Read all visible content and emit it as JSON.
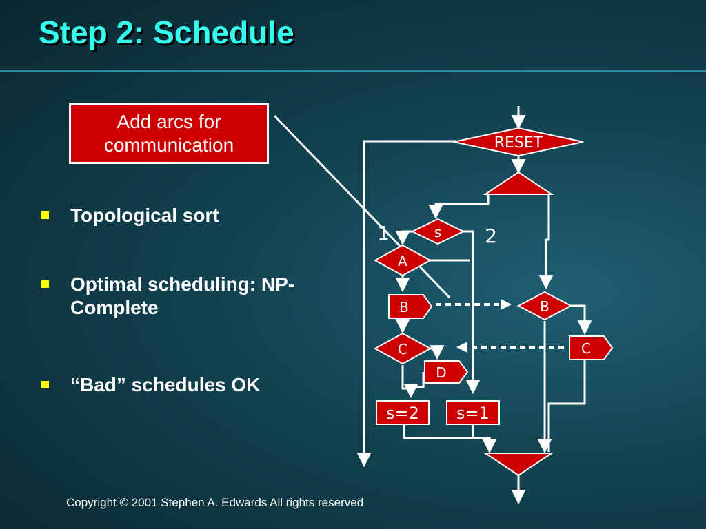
{
  "slide": {
    "title": "Step 2: Schedule",
    "callout": "Add arcs for communication",
    "bullets": [
      "Topological sort",
      "Optimal scheduling: NP-Complete",
      "“Bad” schedules OK"
    ],
    "footer": "Copyright © 2001 Stephen A. Edwards  All rights reserved"
  },
  "diagram": {
    "nodes": {
      "reset": "RESET",
      "s": "s",
      "a": "A",
      "b_left": "B",
      "b_right": "B",
      "c_left": "C",
      "c_right": "C",
      "d": "D",
      "s2": "s=2",
      "s1": "s=1"
    },
    "branch_labels": {
      "one": "1",
      "two": "2"
    }
  },
  "colors": {
    "title": "#33ffee",
    "node_fill": "#cc0000",
    "node_border": "#ffffff",
    "bullet": "#ffff00",
    "rule": "#2a8ea6"
  }
}
